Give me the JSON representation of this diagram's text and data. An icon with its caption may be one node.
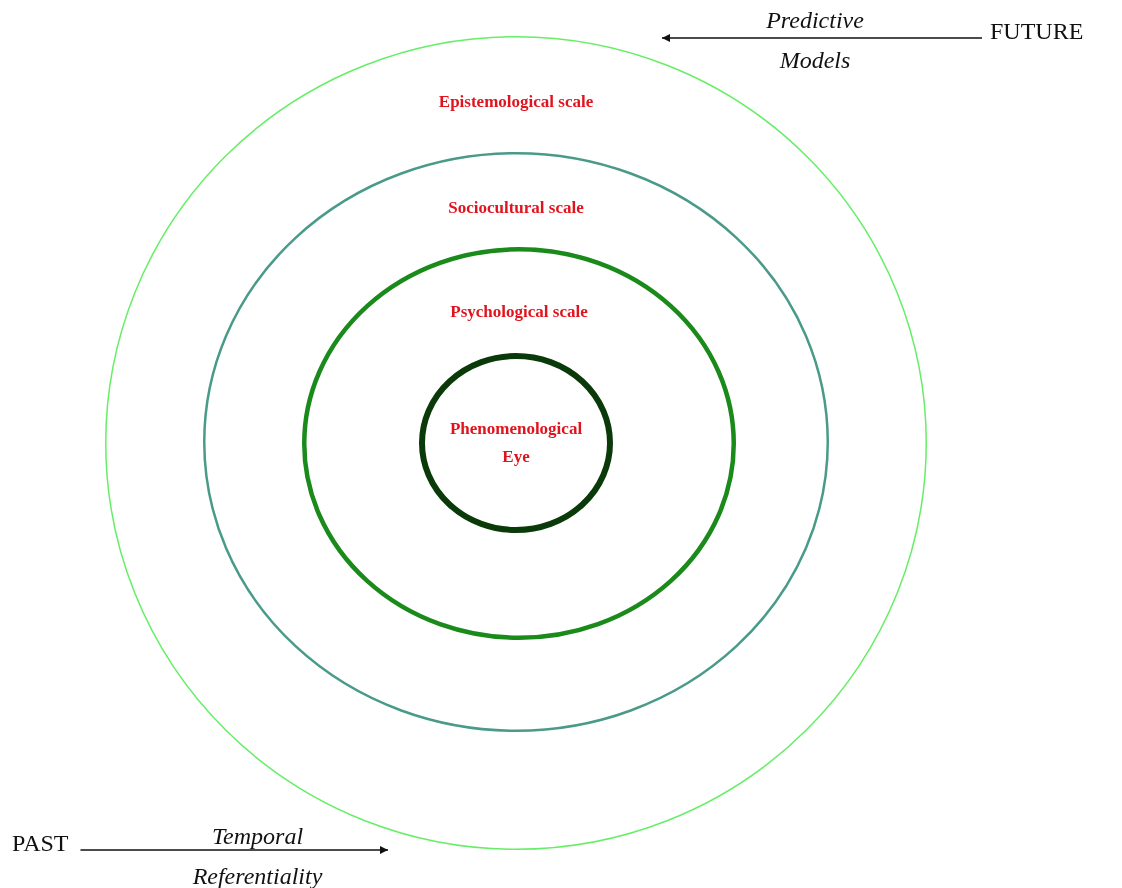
{
  "diagram": {
    "nodes": [
      {
        "text": [
          "Epistemological scale"
        ]
      },
      {
        "text": [
          "Sociocultural scale"
        ],
        "in": 0
      },
      {
        "text": [
          "Psychological scale"
        ],
        "in": 1
      },
      {
        "text": [
          "Phenomenological Eye"
        ],
        "in": 2
      },
      {
        "text": [
          "PAST"
        ]
      },
      {
        "text": [
          "FUTURE"
        ]
      }
    ],
    "edges": [
      {
        "from": 4,
        "to": 0,
        "arrow": "to",
        "label": "Temporal Referentiality"
      },
      {
        "from": 5,
        "to": 0,
        "arrow": "to",
        "label": "Predictive Models"
      }
    ]
  }
}
